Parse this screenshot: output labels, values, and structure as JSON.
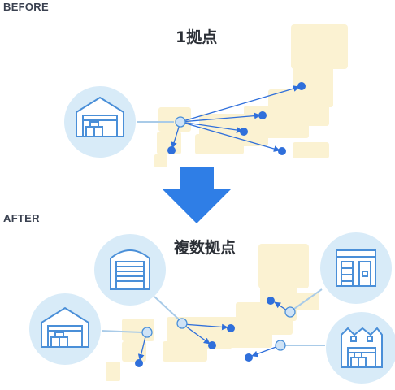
{
  "before": {
    "label": "BEFORE",
    "title": "1拠点"
  },
  "after": {
    "label": "AFTER",
    "title": "複数拠点"
  },
  "icons": {
    "before_warehouse": "warehouse-icon",
    "after_warehouse_left": "warehouse-icon",
    "after_warehouse_shutter": "warehouse-shutter-icon",
    "after_warehouse_building": "warehouse-building-icon",
    "after_warehouse_factory": "factory-warehouse-icon",
    "down_arrow": "down-arrow-icon"
  },
  "colors": {
    "map_land": "#fbf2d2",
    "circle_fill": "#d8ebf8",
    "line": "#a9cbe8",
    "hub_fill": "#cfe3f6",
    "dot": "#2f6fdb",
    "arrow": "#2f7ee6",
    "icon_stroke": "#4a8fd8"
  }
}
